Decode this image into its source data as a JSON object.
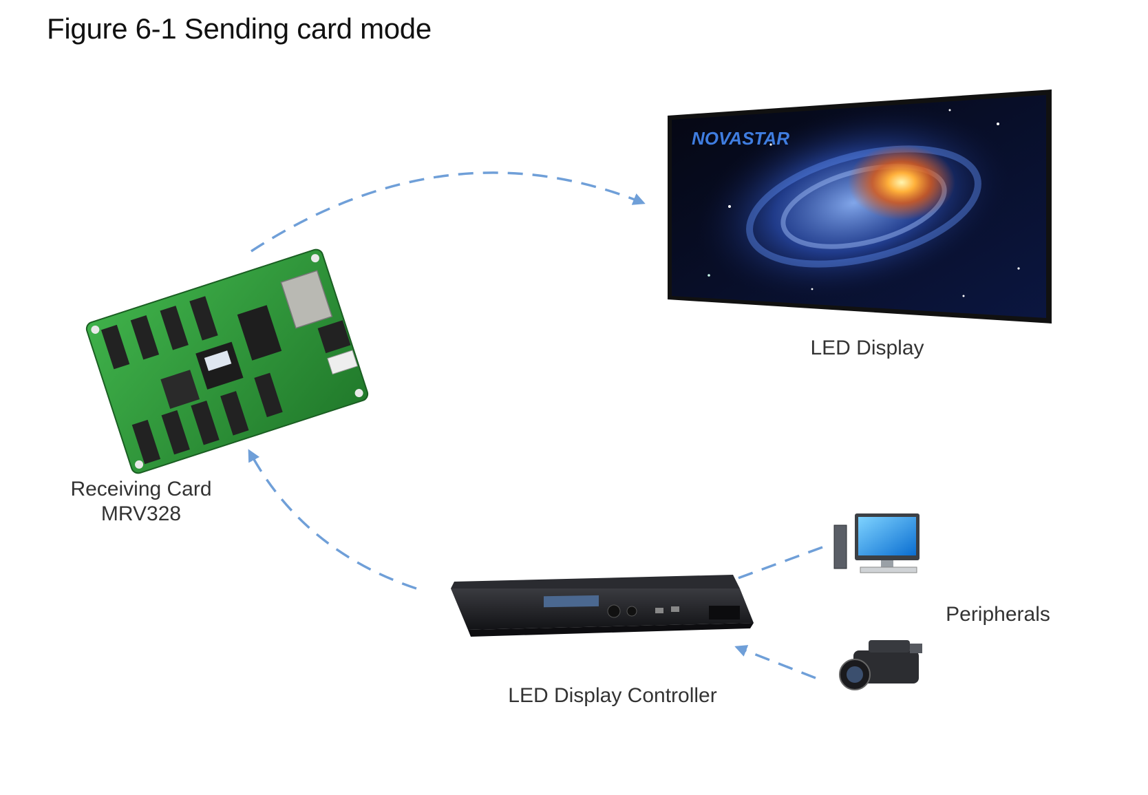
{
  "figure": {
    "title": "Figure 6-1 Sending card mode"
  },
  "nodes": {
    "led_display": {
      "label": "LED Display",
      "brand": "NOVASTAR"
    },
    "receiving_card": {
      "label_line1": "Receiving Card",
      "label_line2": "MRV328"
    },
    "controller": {
      "label": "LED Display Controller"
    },
    "peripherals": {
      "label": "Peripherals"
    }
  },
  "colors": {
    "arrow": "#6f9fd8",
    "pcb": "#2f9a3a",
    "screen_frame": "#1a1a1a",
    "controller_body": "#1e1f22"
  },
  "icons": [
    "receiving-card-icon",
    "led-display-icon",
    "controller-icon",
    "computer-icon",
    "camcorder-icon"
  ]
}
